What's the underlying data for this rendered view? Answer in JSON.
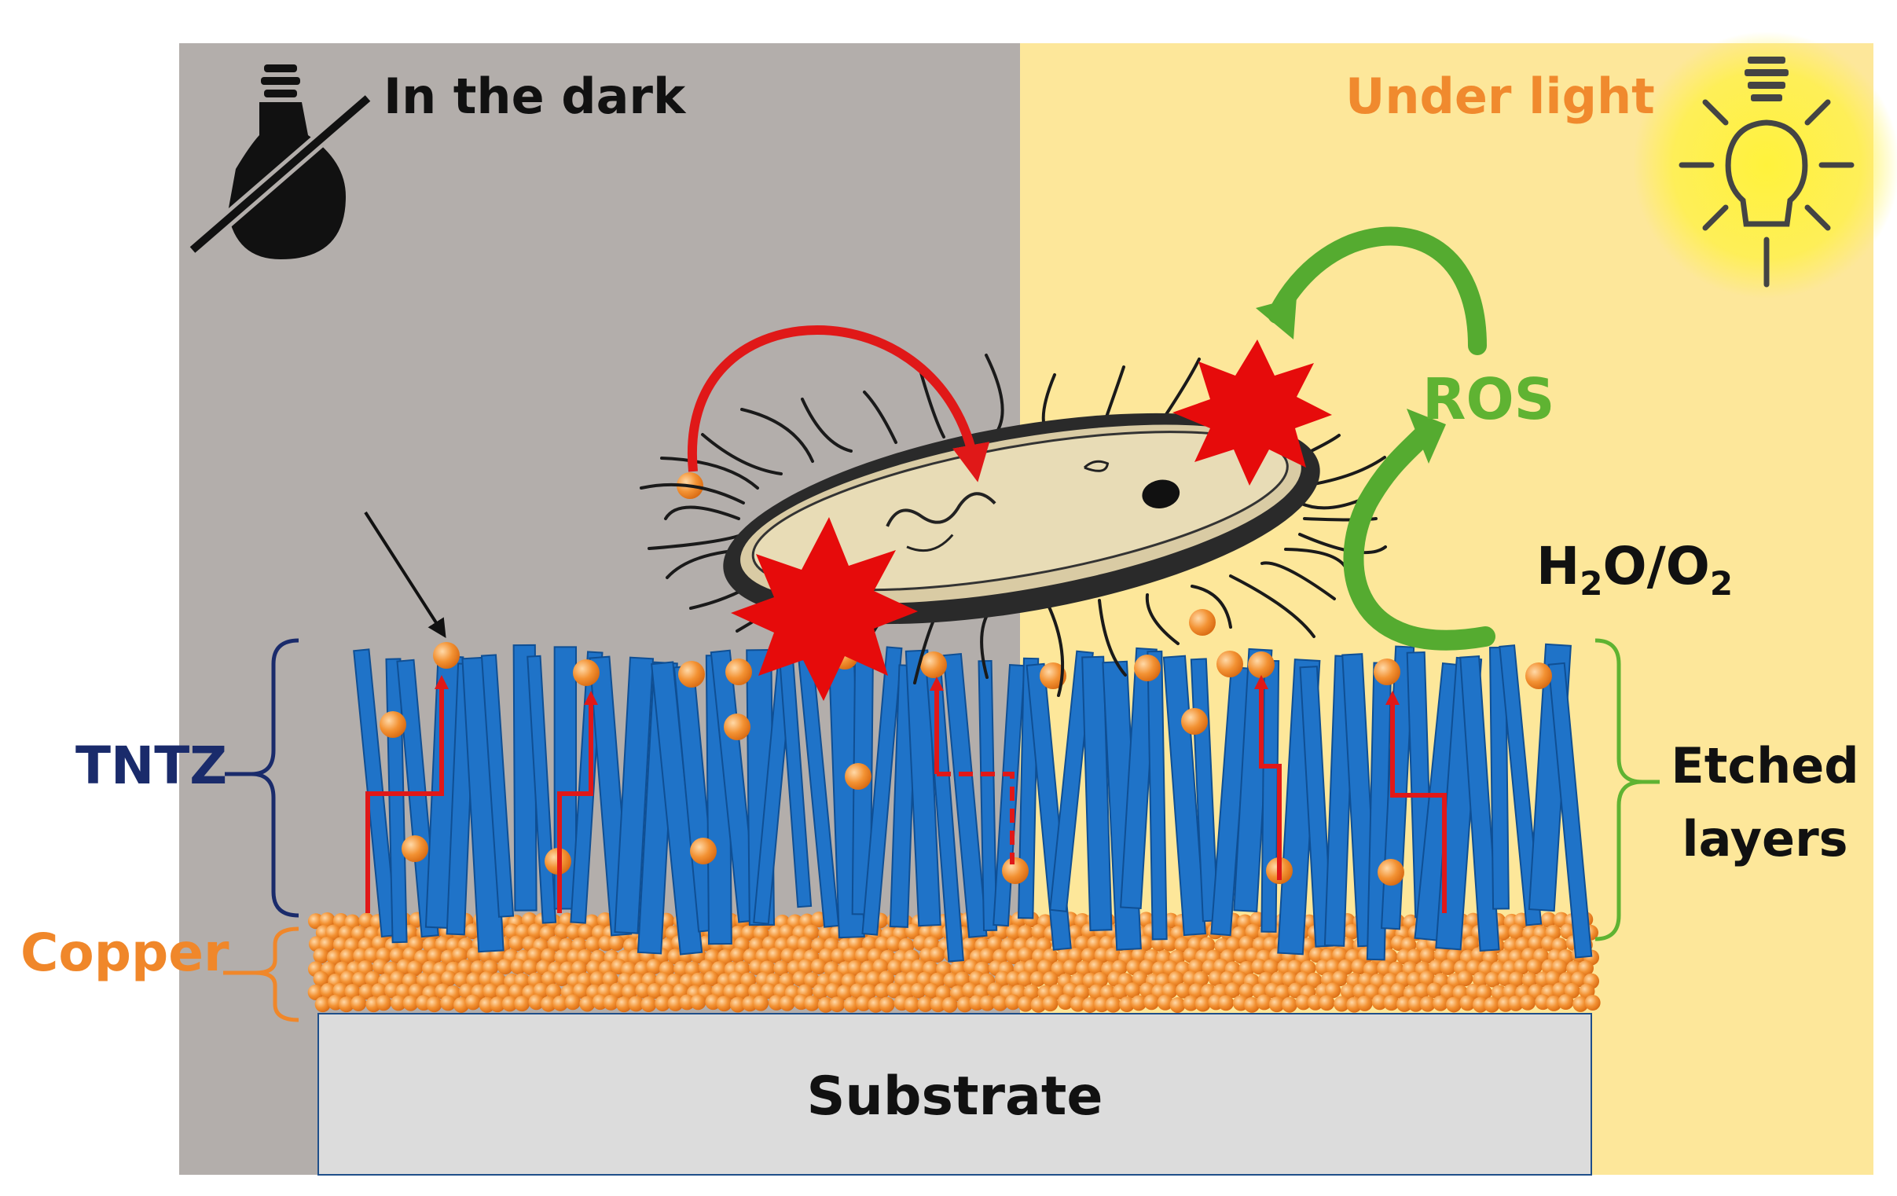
{
  "labels": {
    "dark": "In the dark",
    "light": "Under light",
    "ros": "ROS",
    "h2o_h": "H",
    "h2o_sub1": "2",
    "h2o_mid": "O/O",
    "h2o_sub2": "2",
    "tntz": "TNTZ",
    "copper": "Copper",
    "etched": "Etched layers",
    "substrate": "Substrate"
  },
  "colors": {
    "dark_panel": "#b3aeab",
    "light_panel": "#fde79a",
    "nanotube": "#1f73c8",
    "copper_particle": "#f39233",
    "arrow_red": "#e01818",
    "arrow_green": "#55ab30",
    "substrate": "#dcdcdc",
    "tntz_brace": "#1a2b6b",
    "copper_brace": "#f0872a",
    "etched_brace": "#5fb332"
  },
  "icons": [
    "lightbulb-off-icon",
    "lightbulb-on-icon",
    "bacterium-icon",
    "burst-icon"
  ]
}
